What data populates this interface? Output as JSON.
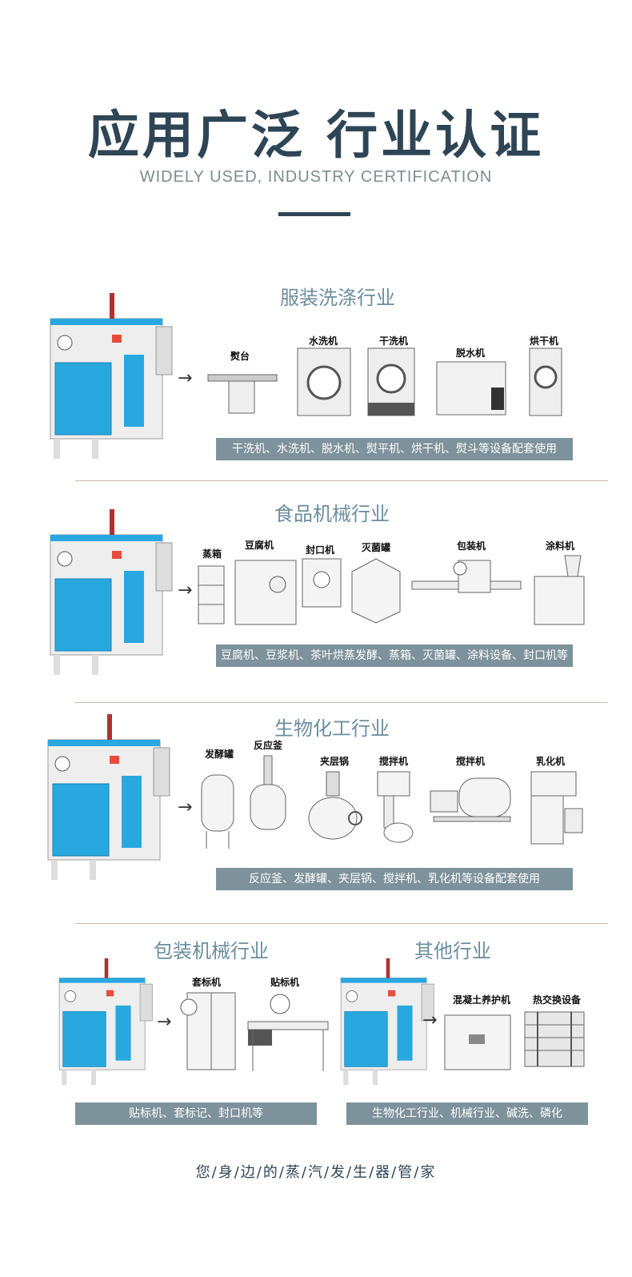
{
  "header": {
    "title": "应用广泛 行业认证",
    "subtitle": "WIDELY USED, INDUSTRY CERTIFICATION"
  },
  "sections": [
    {
      "title": "服装洗涤行业",
      "machines": [
        "熨台",
        "水洗机",
        "干洗机",
        "脱水机",
        "烘干机"
      ],
      "caption": "干洗机、水洗机、脱水机、熨平机、烘干机、熨斗等设备配套使用"
    },
    {
      "title": "食品机械行业",
      "machines": [
        "蒸箱",
        "豆腐机",
        "封口机",
        "灭菌罐",
        "包装机",
        "涂料机"
      ],
      "caption": "豆腐机、豆浆机、茶叶烘蒸发酵、蒸箱、灭菌罐、涂料设备、封口机等"
    },
    {
      "title": "生物化工行业",
      "machines": [
        "发酵罐",
        "反应釜",
        "夹层锅",
        "搅拌机",
        "搅拌机",
        "乳化机"
      ],
      "caption": "反应釜、发酵罐、夹层锅、搅拌机、乳化机等设备配套使用"
    },
    {
      "title": "包装机械行业",
      "machines": [
        "套标机",
        "贴标机"
      ],
      "caption": "贴标机、套标记、封口机等"
    },
    {
      "title": "其他行业",
      "machines": [
        "混凝土养护机",
        "热交换设备"
      ],
      "caption": "生物化工行业、机械行业、碱洗、磷化"
    }
  ],
  "footer": {
    "slogan": "您/身/边/的/蒸/汽/发/生/器/管/家"
  },
  "colors": {
    "boiler_blue": "#29a8e0",
    "caption_bg": "#7d929b",
    "title_dark": "#2e4556",
    "section_title": "#6b8e9f"
  }
}
